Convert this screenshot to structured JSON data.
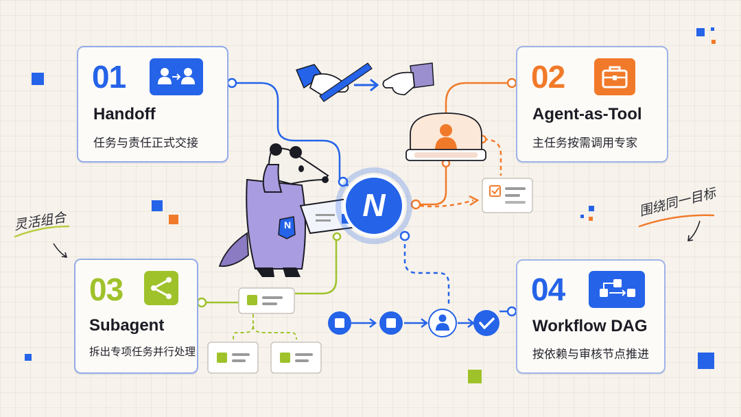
{
  "colors": {
    "blue": "#2563e8",
    "orange": "#f17a2a",
    "lime": "#9fc22b",
    "ink": "#1b1b24"
  },
  "cards": [
    {
      "num": "01",
      "title": "Handoff",
      "subtitle": "任务与责任正式交接",
      "icon": "handoff-users-icon"
    },
    {
      "num": "02",
      "title": "Agent-as-Tool",
      "subtitle": "主任务按需调用专家",
      "icon": "toolbox-icon"
    },
    {
      "num": "03",
      "title": "Subagent",
      "subtitle": "拆出专项任务并行处理",
      "icon": "branch-split-icon"
    },
    {
      "num": "04",
      "title": "Workflow DAG",
      "subtitle": "按依赖与审核节点推进",
      "icon": "dag-flow-icon"
    }
  ],
  "annotations": {
    "left": "灵活组合",
    "right": "围绕同一目标"
  },
  "hub_letter": "N",
  "mascot_badge": "N"
}
